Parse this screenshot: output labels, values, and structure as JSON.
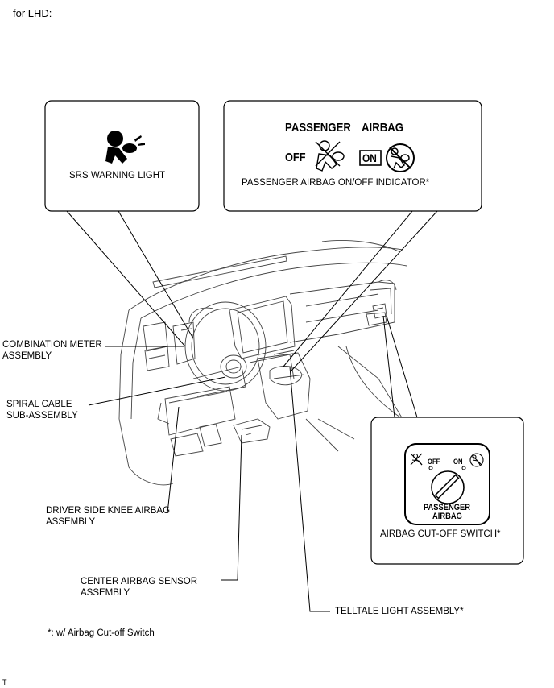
{
  "header": {
    "variant": "for LHD:"
  },
  "callouts": {
    "srs": {
      "label": "SRS WARNING LIGHT"
    },
    "pai": {
      "title_left": "PASSENGER",
      "title_right": "AIRBAG",
      "off": "OFF",
      "on": "ON",
      "label": "PASSENGER AIRBAG ON/OFF INDICATOR*"
    },
    "switch": {
      "off": "OFF",
      "on": "ON",
      "name_line1": "PASSENGER",
      "name_line2": "AIRBAG",
      "label": "AIRBAG CUT-OFF SWITCH*"
    }
  },
  "labels": {
    "combination_meter": [
      "COMBINATION METER",
      "ASSEMBLY"
    ],
    "spiral_cable": [
      "SPIRAL CABLE",
      "SUB-ASSEMBLY"
    ],
    "knee_airbag": [
      "DRIVER SIDE KNEE AIRBAG",
      "ASSEMBLY"
    ],
    "center_sensor": [
      "CENTER AIRBAG SENSOR",
      "ASSEMBLY"
    ],
    "telltale": "TELLTALE LIGHT ASSEMBLY*"
  },
  "footnote": "*: w/ Airbag Cut-off Switch",
  "corner_mark": "T",
  "icons": [
    "srs-airbag-icon",
    "passenger-airbag-off-icon",
    "passenger-airbag-on-icon",
    "key-slot-icon",
    "dashboard-drawing"
  ]
}
